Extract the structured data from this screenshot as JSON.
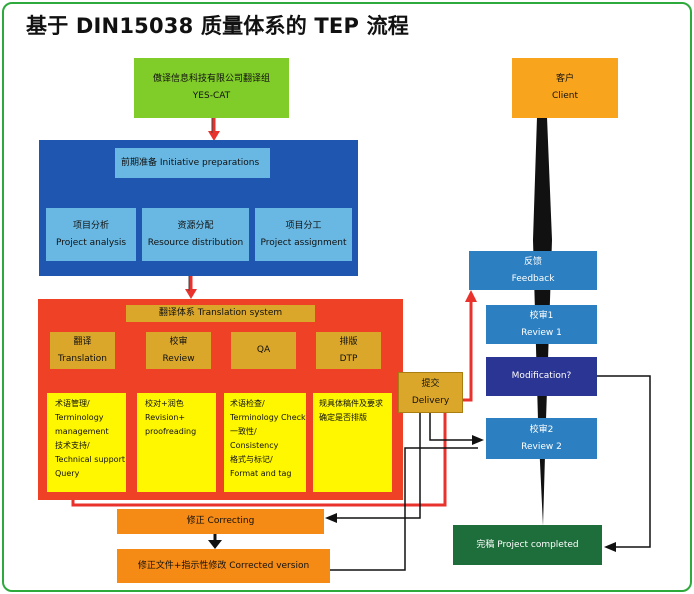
{
  "title": "基于 DIN15038 质量体系的 TEP 流程",
  "org": {
    "name": "傲译信息科技有限公司翻译组",
    "sub": "YES-CAT"
  },
  "client": {
    "zh": "客户",
    "en": "Client"
  },
  "prep": {
    "header": "前期准备  Initiative preparations",
    "items": [
      {
        "zh": "项目分析",
        "en": "Project analysis"
      },
      {
        "zh": "资源分配",
        "en": "Resource distribution"
      },
      {
        "zh": "项目分工",
        "en": "Project assignment"
      }
    ]
  },
  "system": {
    "header": "翻译体系  Translation system",
    "columns": [
      {
        "zh": "翻译",
        "en": "Translation"
      },
      {
        "zh": "校审",
        "en": "Review"
      },
      {
        "zh": "",
        "en": "QA"
      },
      {
        "zh": "排版",
        "en": "DTP"
      }
    ],
    "notes": [
      [
        "术语管理/",
        "Terminology",
        "management",
        "技术支持/",
        "Technical support",
        "Query"
      ],
      [
        "校对+润色",
        "Revision+",
        " proofreading"
      ],
      [
        "术语检查/",
        "Terminology Check",
        "一致性/",
        "Consistency",
        "格式与标记/",
        "Format and tag"
      ],
      [
        "规具体稿件及要求",
        "确定是否排版"
      ]
    ]
  },
  "delivery": {
    "zh": "提交",
    "en": "Delivery"
  },
  "feedback": {
    "zh": "反馈",
    "en": "Feedback"
  },
  "review1": {
    "zh": "校审1",
    "en": "Review 1"
  },
  "modification": {
    "label": "Modification?"
  },
  "review2": {
    "zh": "校审2",
    "en": "Review 2"
  },
  "completed": {
    "label": "完稿 Project completed"
  },
  "correcting": {
    "label": "修正   Correcting"
  },
  "corrected": {
    "label": "修正文件+指示性修改 Corrected version"
  },
  "colors": {
    "green": "#80cc28",
    "orange": "#f8a41c",
    "blue": "#1f57b0",
    "lightblue": "#69b8e3",
    "red": "#ee4125",
    "gold": "#dba72a",
    "yellow": "#fff700",
    "steel": "#2c7fc0",
    "navy": "#2b3593",
    "darkgreen": "#1e6e3b",
    "amber": "#f58a14",
    "accent": "#e8322b"
  }
}
